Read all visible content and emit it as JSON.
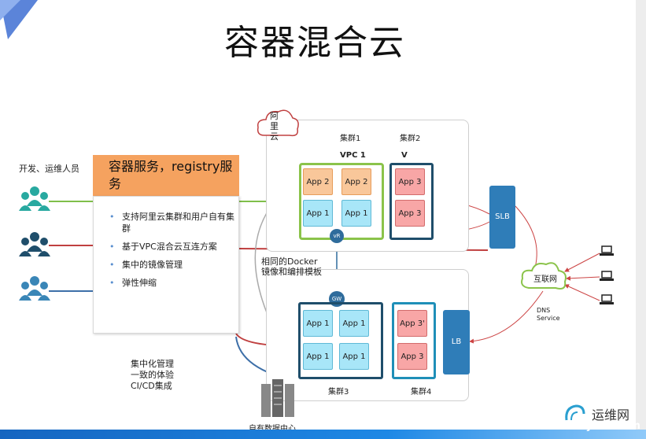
{
  "title": "容器混合云",
  "developers_label": "开发、运维人员",
  "service": {
    "heading": "容器服务，registry服务",
    "bullets": [
      "支持阿里云集群和用户自有集群",
      "基于VPC混合云互连方案",
      "集中的镜像管理",
      "弹性伸缩"
    ]
  },
  "aliyun_label": "阿里云",
  "cluster1_label": "集群1",
  "cluster2_label": "集群2",
  "vpc1_label": "VPC 1",
  "v_label": "V",
  "vpc_apps": [
    "App 2",
    "App 2",
    "App 1",
    "App 1"
  ],
  "v_apps": [
    "App 3",
    "App 3"
  ],
  "vr_label": "vR",
  "gw_label": "GW",
  "slb_label": "SLB",
  "lb_label": "LB",
  "cluster3_apps": [
    "App 1",
    "App 1",
    "App 1",
    "App 1"
  ],
  "cluster4_apps": [
    "App 3'",
    "App 3"
  ],
  "cluster3_label": "集群3",
  "cluster4_label": "集群4",
  "docker_note": "相同的Docker镜像和编排模板",
  "internet_label": "互联网",
  "dns_label": "DNS Service",
  "bottom_note": [
    "集中化管理",
    "一致的体验",
    "CI/CD集成"
  ],
  "datacenter_label": "自有数据中心",
  "watermark": {
    "cn": "运维网",
    "en": "iyunv.com"
  },
  "colors": {
    "green": "#8bc34a",
    "dark": "#1f4e6b",
    "teal": "#1f8fb8",
    "orange": "#f5a25f"
  }
}
